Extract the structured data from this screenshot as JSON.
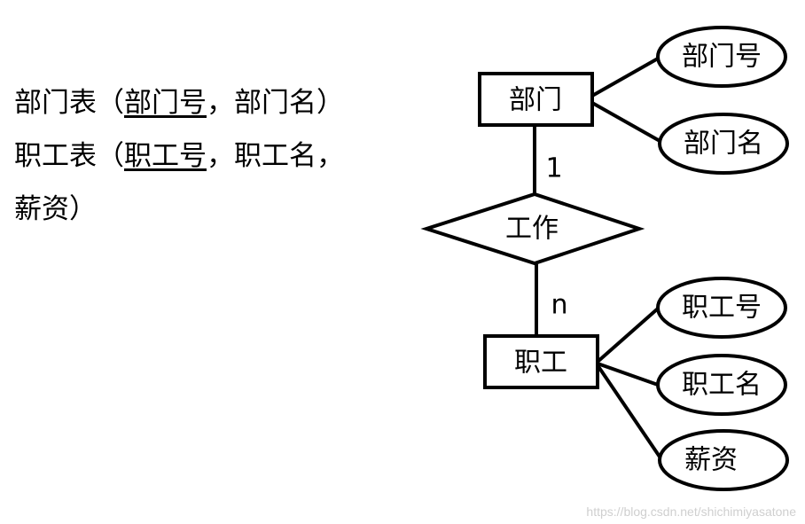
{
  "schema": {
    "dept_table": {
      "name": "部门表",
      "open": "（",
      "pk": "部门号",
      "sep": "，",
      "attr": "部门名",
      "close": "）"
    },
    "emp_table": {
      "name": "职工表",
      "open": "（",
      "pk": "职工号",
      "sep1": "，",
      "attr1": "职工名",
      "sep2": "，",
      "attr2": "薪资",
      "close": "）"
    }
  },
  "er": {
    "entity_dept": "部门",
    "entity_emp": "职工",
    "relationship": "工作",
    "card_dept": "1",
    "card_emp": "n",
    "attr_dept_id": "部门号",
    "attr_dept_name": "部门名",
    "attr_emp_id": "职工号",
    "attr_emp_name": "职工名",
    "attr_emp_salary": "薪资"
  },
  "watermark": "https://blog.csdn.net/shichimiyasatone"
}
